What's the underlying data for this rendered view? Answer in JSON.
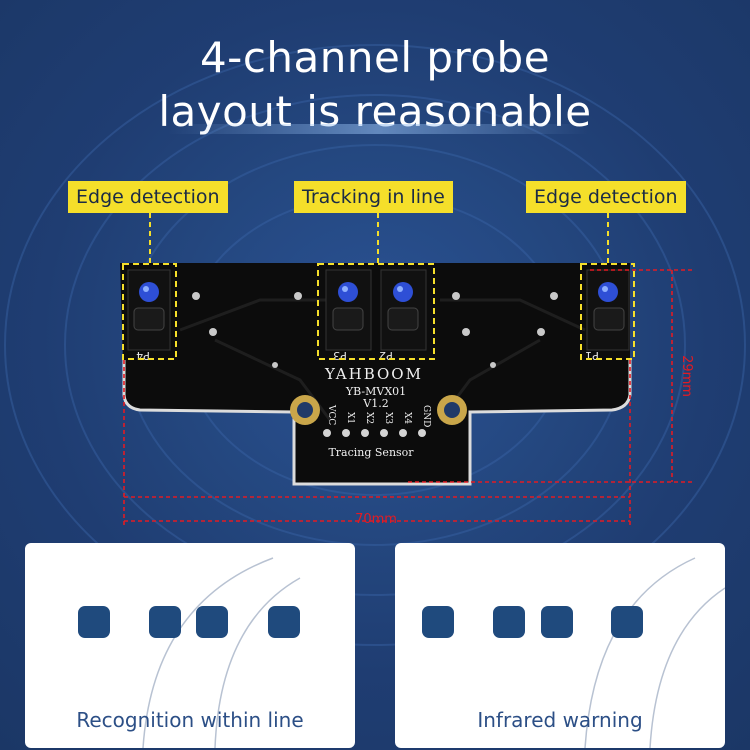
{
  "title": {
    "line1": "4-channel probe",
    "line2": "layout is reasonable"
  },
  "tags": {
    "left": "Edge detection",
    "center": "Tracking in line",
    "right": "Edge detection"
  },
  "board": {
    "brand": "YAHBOOM",
    "model": "YB-MVX01",
    "version": "V1.2",
    "name": "Tracing Sensor",
    "pins": [
      "VCC",
      "X1",
      "X2",
      "X3",
      "X4",
      "GND"
    ],
    "probe_labels": [
      "P4",
      "P3",
      "P2",
      "P1"
    ]
  },
  "dimensions": {
    "width": "70mm",
    "height": "29mm"
  },
  "panels": [
    {
      "label": "Recognition within line"
    },
    {
      "label": "Infrared warning"
    }
  ],
  "colors": {
    "background": "#1f3d72",
    "tag": "#f5df2a",
    "board": "#0c0c0c",
    "dimension": "#e21b23"
  }
}
